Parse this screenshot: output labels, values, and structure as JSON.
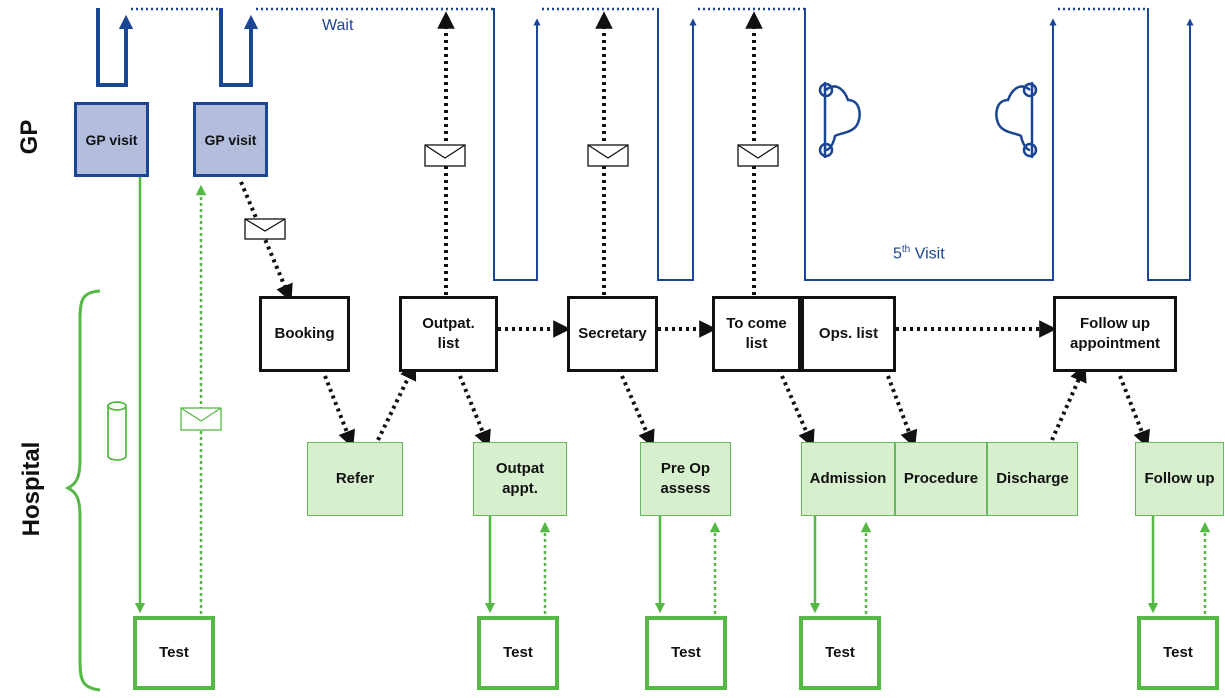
{
  "lanes": {
    "gp": "GP",
    "hospital": "Hospital"
  },
  "labels": {
    "wait": "Wait",
    "fifth_visit": "5",
    "fifth_visit_sup": "th",
    "fifth_visit_rest": " Visit"
  },
  "gp_boxes": [
    {
      "label": "GP visit"
    },
    {
      "label": "GP visit"
    }
  ],
  "admin_boxes": [
    {
      "label": "Booking"
    },
    {
      "label": "Outpat.\nlist"
    },
    {
      "label": "Secretary"
    },
    {
      "label": "To come\nlist"
    },
    {
      "label": "Ops. list"
    },
    {
      "label": "Follow up\nappointment"
    }
  ],
  "hospital_boxes": [
    {
      "label": "Refer"
    },
    {
      "label": "Outpat\nappt."
    },
    {
      "label": "Pre Op\nassess"
    },
    {
      "label": "Admission"
    },
    {
      "label": "Procedure"
    },
    {
      "label": "Discharge"
    },
    {
      "label": "Follow up"
    }
  ],
  "test_boxes": [
    {
      "label": "Test"
    },
    {
      "label": "Test"
    },
    {
      "label": "Test"
    },
    {
      "label": "Test"
    },
    {
      "label": "Test"
    }
  ],
  "colors": {
    "gp_blue": "#1b4595",
    "gp_fill": "#b3bedc",
    "green": "#55b845",
    "green_fill": "#d6efcd",
    "black": "#111111"
  }
}
